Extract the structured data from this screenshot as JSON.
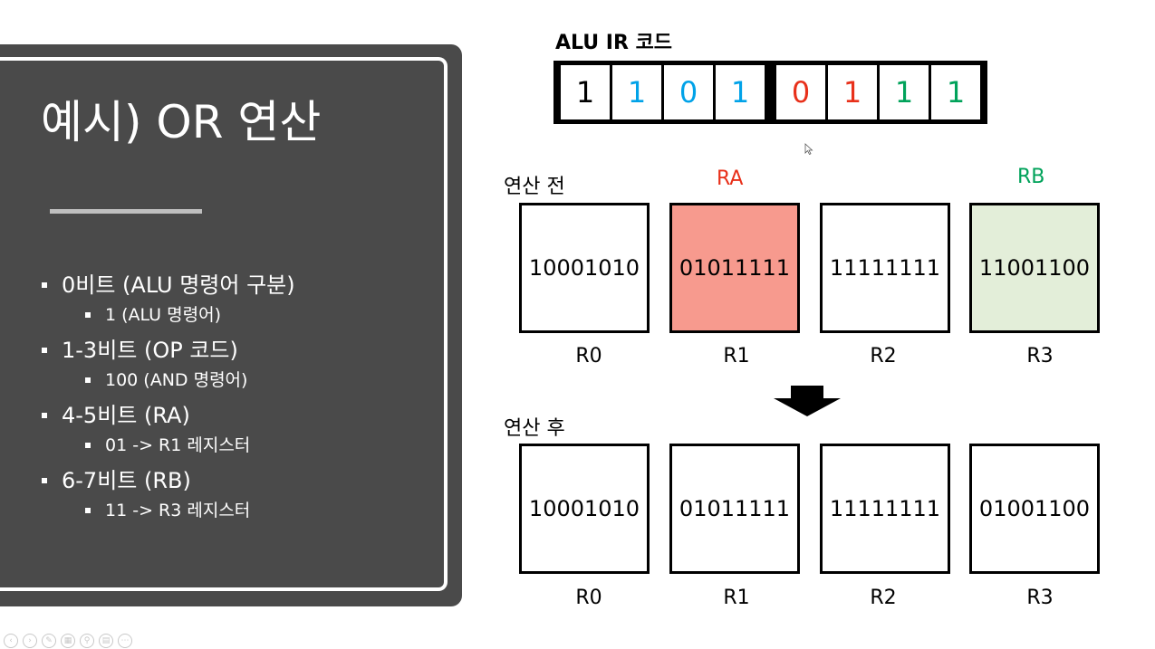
{
  "slide": {
    "title": "예시) OR 연산",
    "bullets": [
      {
        "level": 1,
        "text": "0비트 (ALU 명령어 구분)"
      },
      {
        "level": 2,
        "text": "1 (ALU 명령어)"
      },
      {
        "level": 1,
        "text": "1-3비트 (OP 코드)"
      },
      {
        "level": 2,
        "text": "100 (AND 명령어)"
      },
      {
        "level": 1,
        "text": "4-5비트 (RA)"
      },
      {
        "level": 2,
        "text": "01 -> R1 레지스터"
      },
      {
        "level": 1,
        "text": "6-7비트 (RB)"
      },
      {
        "level": 2,
        "text": "11 -> R3 레지스터"
      }
    ]
  },
  "ir_code": {
    "heading": "ALU IR 코드",
    "bits": [
      {
        "value": "1",
        "color": "#000000"
      },
      {
        "value": "1",
        "color": "#00a2e8"
      },
      {
        "value": "0",
        "color": "#00a2e8"
      },
      {
        "value": "1",
        "color": "#00a2e8"
      },
      {
        "value": "0",
        "color": "#e8301a"
      },
      {
        "value": "1",
        "color": "#e8301a"
      },
      {
        "value": "1",
        "color": "#00a25a"
      },
      {
        "value": "1",
        "color": "#00a25a"
      }
    ]
  },
  "before": {
    "label": "연산 전",
    "ra_label": "RA",
    "rb_label": "RB",
    "ra_color": "#e8301a",
    "rb_color": "#00a25a",
    "registers": [
      {
        "name": "R0",
        "value": "10001010",
        "fill": "#ffffff"
      },
      {
        "name": "R1",
        "value": "01011111",
        "fill": "#f79a8e"
      },
      {
        "name": "R2",
        "value": "11111111",
        "fill": "#ffffff"
      },
      {
        "name": "R3",
        "value": "11001100",
        "fill": "#e3eed9"
      }
    ]
  },
  "after": {
    "label": "연산 후",
    "registers": [
      {
        "name": "R0",
        "value": "10001010",
        "fill": "#ffffff"
      },
      {
        "name": "R1",
        "value": "01011111",
        "fill": "#ffffff"
      },
      {
        "name": "R2",
        "value": "11111111",
        "fill": "#ffffff"
      },
      {
        "name": "R3",
        "value": "01001100",
        "fill": "#ffffff"
      }
    ]
  },
  "icons": {
    "arrow": "down-arrow-icon",
    "cursor": "mouse-cursor-icon",
    "controls": [
      "previous-slide-icon",
      "next-slide-icon",
      "pen-icon",
      "slides-grid-icon",
      "zoom-icon",
      "subtitles-icon",
      "more-options-icon"
    ]
  }
}
